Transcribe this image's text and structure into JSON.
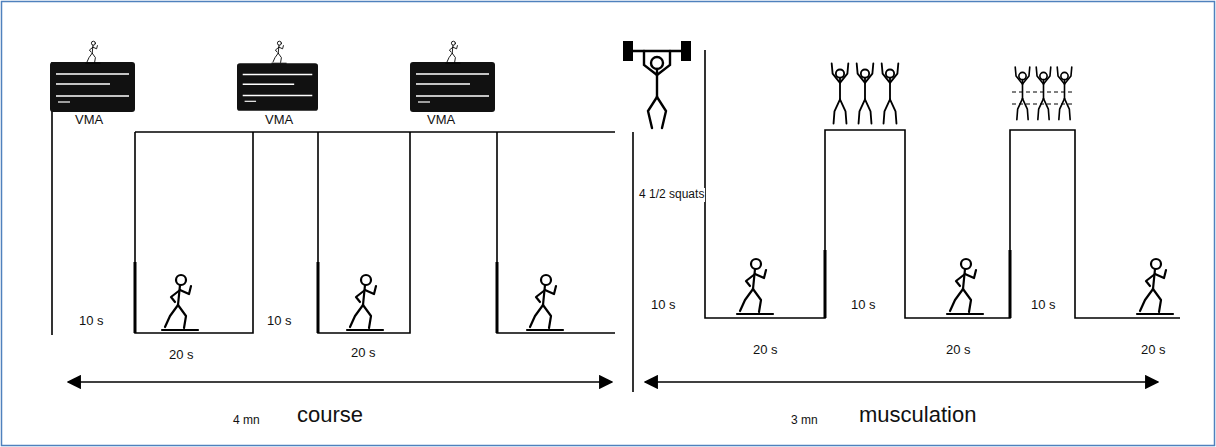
{
  "diagram": {
    "labels": [
      "VMA",
      "VMA",
      "VMA",
      "10 s",
      "20 s",
      "10 s",
      "20 s",
      "4 1/2 squats",
      "10 s",
      "20 s",
      "10 s",
      "20 s",
      "10 s",
      "20 s",
      "4 mn",
      "course",
      "3 mn",
      "musculation"
    ]
  }
}
